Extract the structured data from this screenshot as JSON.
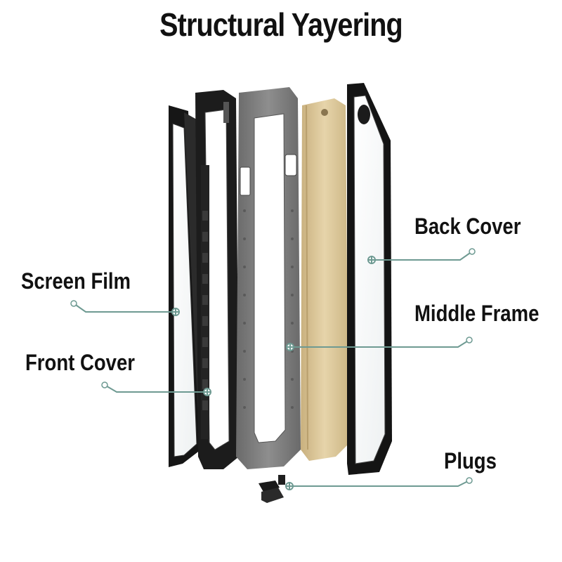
{
  "title": "Structural Yayering",
  "labels": {
    "screen_film": "Screen Film",
    "front_cover": "Front Cover",
    "back_cover": "Back Cover",
    "middle_frame": "Middle Frame",
    "plugs": "Plugs"
  },
  "colors": {
    "leader": "#6e9a92",
    "text": "#111111",
    "phone_gold": "#dcc79a",
    "frame_gray": "#7c7c7c",
    "case_black": "#1a1a1a"
  }
}
